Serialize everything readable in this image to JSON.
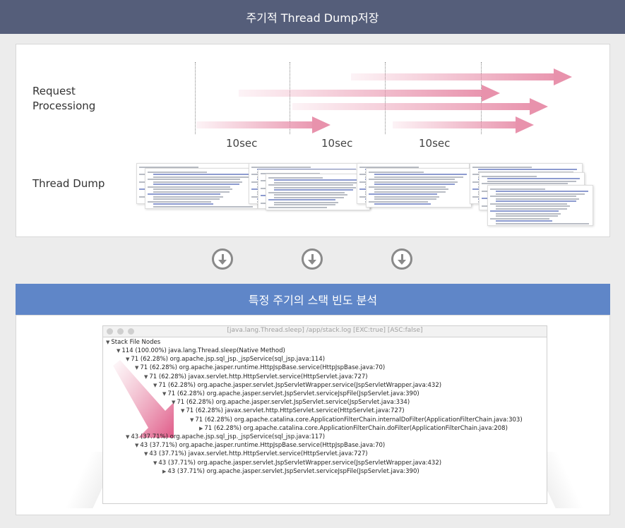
{
  "header": {
    "title": "주기적 Thread Dump저장"
  },
  "top_panel": {
    "request_label": "Request\nProcessiong",
    "thread_dump_label": "Thread Dump",
    "intervals": [
      "10sec",
      "10sec",
      "10sec"
    ]
  },
  "section2": {
    "title": "특정 주기의 스택 빈도 분석"
  },
  "window": {
    "title": "[java.lang.Thread.sleep] /app/stack.log [EXC:true] [ASC:false]",
    "root": "Stack File Nodes",
    "nodes": [
      {
        "level": 1,
        "text": "114 (100.00%)  java.lang.Thread.sleep(Native Method)"
      },
      {
        "level": 2,
        "text": "71 (62.28%)  org.apache.jsp.sql_jsp._jspService(sql_jsp.java:114)"
      },
      {
        "level": 3,
        "text": "71 (62.28%)  org.apache.jasper.runtime.HttpJspBase.service(HttpJspBase.java:70)"
      },
      {
        "level": 4,
        "text": "71 (62.28%)  javax.servlet.http.HttpServlet.service(HttpServlet.java:727)"
      },
      {
        "level": 5,
        "text": "71 (62.28%)  org.apache.jasper.servlet.JspServletWrapper.service(JspServletWrapper.java:432)"
      },
      {
        "level": 6,
        "text": "71 (62.28%)  org.apache.jasper.servlet.JspServlet.serviceJspFile(JspServlet.java:390)"
      },
      {
        "level": 7,
        "text": "71 (62.28%)  org.apache.jasper.servlet.JspServlet.service(JspServlet.java:334)"
      },
      {
        "level": 8,
        "text": "71 (62.28%)  javax.servlet.http.HttpServlet.service(HttpServlet.java:727)"
      },
      {
        "level": 9,
        "text": "71 (62.28%)  org.apache.catalina.core.ApplicationFilterChain.internalDoFilter(ApplicationFilterChain.java:303)"
      },
      {
        "level": 10,
        "text": "71 (62.28%)  org.apache.catalina.core.ApplicationFilterChain.doFilter(ApplicationFilterChain.java:208)",
        "collapsed": true
      },
      {
        "level": 2,
        "text": "43 (37.71%)  org.apache.jsp.sql_jsp._jspService(sql_jsp.java:117)"
      },
      {
        "level": 3,
        "text": "43 (37.71%)  org.apache.jasper.runtime.HttpJspBase.service(HttpJspBase.java:70)"
      },
      {
        "level": 4,
        "text": "43 (37.71%)  javax.servlet.http.HttpServlet.service(HttpServlet.java:727)"
      },
      {
        "level": 5,
        "text": "43 (37.71%)  org.apache.jasper.servlet.JspServletWrapper.service(JspServletWrapper.java:432)"
      },
      {
        "level": 6,
        "text": "43 (37.71%)  org.apache.jasper.servlet.JspServlet.serviceJspFile(JspServlet.java:390)",
        "collapsed": true
      }
    ]
  },
  "colors": {
    "header": "#555e7a",
    "blue_bar": "#5f86c8",
    "arrow": "#e892ac"
  }
}
